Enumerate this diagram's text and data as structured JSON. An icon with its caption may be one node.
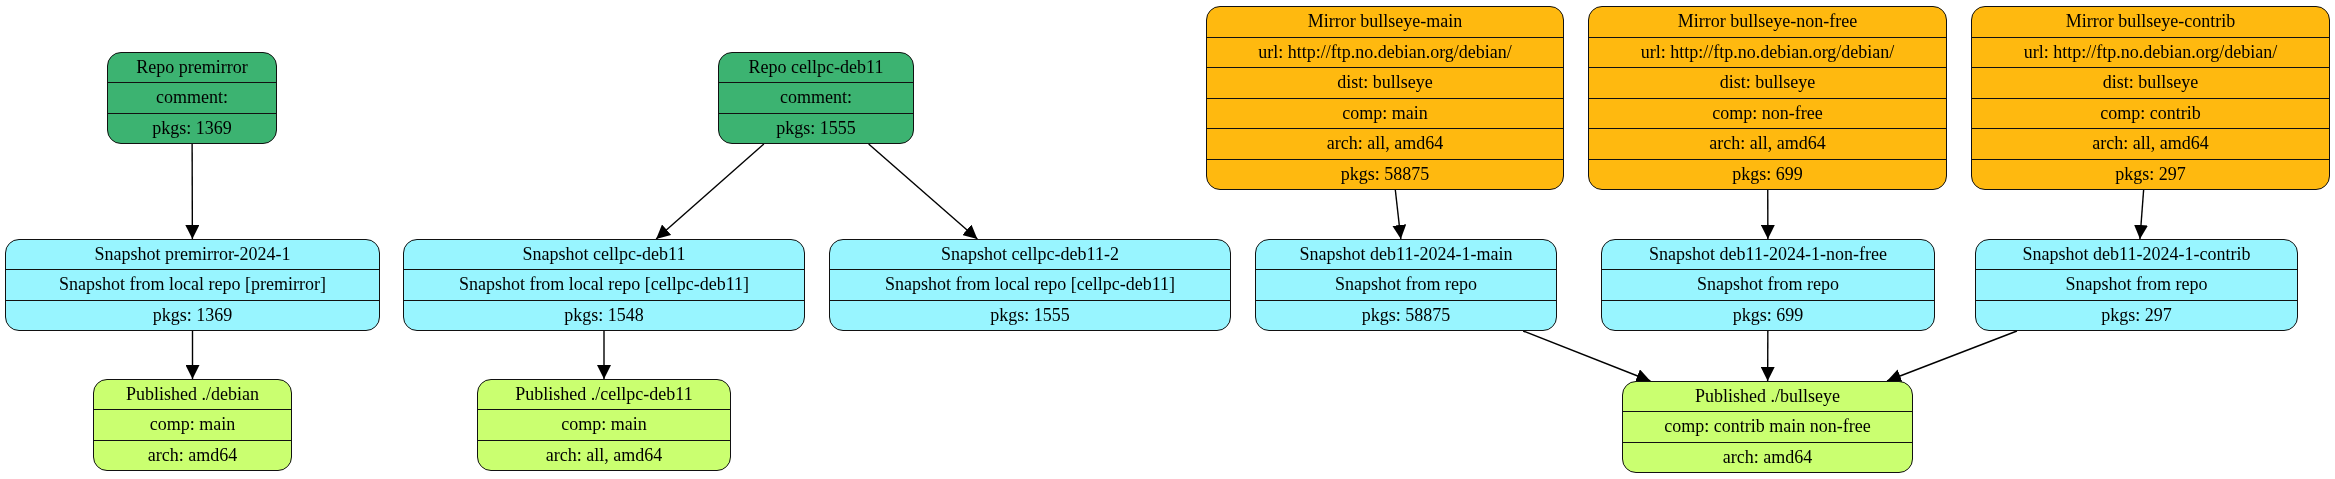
{
  "diagram": {
    "nodes": [
      {
        "text": [
          "Repo premirror",
          "comment:",
          "pkgs: 1369"
        ]
      },
      {
        "text": [
          "Repo cellpc-deb11",
          "comment:",
          "pkgs: 1555"
        ]
      },
      {
        "text": [
          "Mirror bullseye-main",
          "url: http://ftp.no.debian.org/debian/",
          "dist: bullseye",
          "comp: main",
          "arch: all, amd64",
          "pkgs: 58875"
        ]
      },
      {
        "text": [
          "Mirror bullseye-non-free",
          "url: http://ftp.no.debian.org/debian/",
          "dist: bullseye",
          "comp: non-free",
          "arch: all, amd64",
          "pkgs: 699"
        ]
      },
      {
        "text": [
          "Mirror bullseye-contrib",
          "url: http://ftp.no.debian.org/debian/",
          "dist: bullseye",
          "comp: contrib",
          "arch: all, amd64",
          "pkgs: 297"
        ]
      },
      {
        "text": [
          "Snapshot premirror-2024-1",
          "Snapshot from local repo [premirror]",
          "pkgs: 1369"
        ]
      },
      {
        "text": [
          "Snapshot cellpc-deb11",
          "Snapshot from local repo [cellpc-deb11]",
          "pkgs: 1548"
        ]
      },
      {
        "text": [
          "Snapshot cellpc-deb11-2",
          "Snapshot from local repo [cellpc-deb11]",
          "pkgs: 1555"
        ]
      },
      {
        "text": [
          "Snapshot deb11-2024-1-main",
          "Snapshot from repo",
          "pkgs: 58875"
        ]
      },
      {
        "text": [
          "Snapshot deb11-2024-1-non-free",
          "Snapshot from repo",
          "pkgs: 699"
        ]
      },
      {
        "text": [
          "Snapshot deb11-2024-1-contrib",
          "Snapshot from repo",
          "pkgs: 297"
        ]
      },
      {
        "text": [
          "Published ./debian",
          "comp: main",
          "arch: amd64"
        ]
      },
      {
        "text": [
          "Published ./cellpc-deb11",
          "comp: main",
          "arch: all, amd64"
        ]
      },
      {
        "text": [
          "Published ./bullseye",
          "comp: contrib main non-free",
          "arch: amd64"
        ]
      }
    ],
    "edges": [
      {
        "from": 0,
        "to": 5,
        "arrow": "to"
      },
      {
        "from": 1,
        "to": 6,
        "arrow": "to"
      },
      {
        "from": 1,
        "to": 7,
        "arrow": "to"
      },
      {
        "from": 2,
        "to": 8,
        "arrow": "to"
      },
      {
        "from": 3,
        "to": 9,
        "arrow": "to"
      },
      {
        "from": 4,
        "to": 10,
        "arrow": "to"
      },
      {
        "from": 5,
        "to": 11,
        "arrow": "to"
      },
      {
        "from": 6,
        "to": 12,
        "arrow": "to"
      },
      {
        "from": 8,
        "to": 13,
        "arrow": "to"
      },
      {
        "from": 9,
        "to": 13,
        "arrow": "to"
      },
      {
        "from": 10,
        "to": 13,
        "arrow": "to"
      }
    ]
  }
}
